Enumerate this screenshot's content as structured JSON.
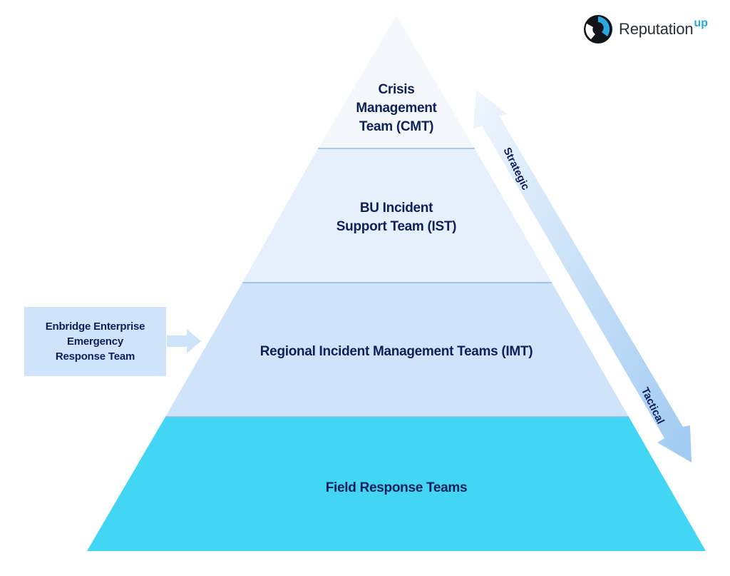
{
  "diagram": {
    "tiers": [
      {
        "id": "cmt",
        "lines": [
          "Crisis",
          "Management",
          "Team (CMT)"
        ],
        "fill": "#f4f8fd"
      },
      {
        "id": "ist",
        "lines": [
          "BU Incident",
          "Support Team (IST)"
        ],
        "fill": "#e6f0fc"
      },
      {
        "id": "imt",
        "lines": [
          "Regional Incident Management Teams (IMT)"
        ],
        "fill": "#cfe4fa"
      },
      {
        "id": "field",
        "lines": [
          "Field Response Teams"
        ],
        "fill": "#42d6f4"
      }
    ],
    "side_box": {
      "lines": [
        "Enbridge Enterprise",
        "Emergency",
        "Response Team"
      ],
      "fill": "#cfe4fa"
    },
    "axis": {
      "top_label": "Strategic",
      "bottom_label": "Tactical"
    },
    "colors": {
      "text": "#0e1f5b",
      "divider": "#8fb8ea",
      "arrow_light": "#f0f6fd",
      "arrow_dark": "#9fcaf2"
    }
  },
  "logo": {
    "word": "Reputation",
    "superscript": "up"
  }
}
